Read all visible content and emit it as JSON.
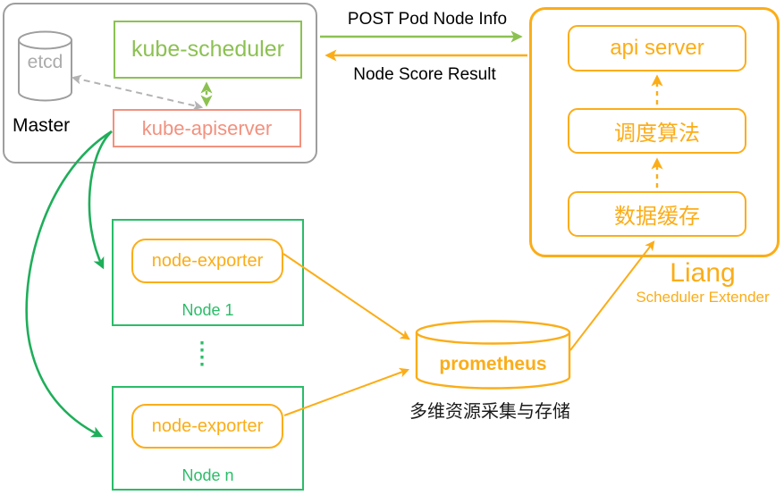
{
  "master": {
    "label": "Master",
    "etcd_label": "etcd",
    "kube_scheduler": "kube-scheduler",
    "kube_apiserver": "kube-apiserver"
  },
  "flow": {
    "post_label": "POST Pod Node Info",
    "score_label": "Node Score Result"
  },
  "extender": {
    "api_server": "api server",
    "scheduling_algorithm": "调度算法",
    "data_cache": "数据缓存",
    "name": "Liang",
    "subtitle": "Scheduler Extender"
  },
  "nodes": {
    "node1": {
      "exporter": "node-exporter",
      "label": "Node 1"
    },
    "noden": {
      "exporter": "node-exporter",
      "label": "Node n"
    }
  },
  "prometheus": {
    "label": "prometheus",
    "caption": "多维资源采集与存储"
  },
  "colors": {
    "light_green": "#8cc152",
    "green": "#1fae5a",
    "node_green": "#2abd68",
    "orange": "#fbad18",
    "salmon": "#f2917e",
    "gray": "#9e9e9e"
  }
}
